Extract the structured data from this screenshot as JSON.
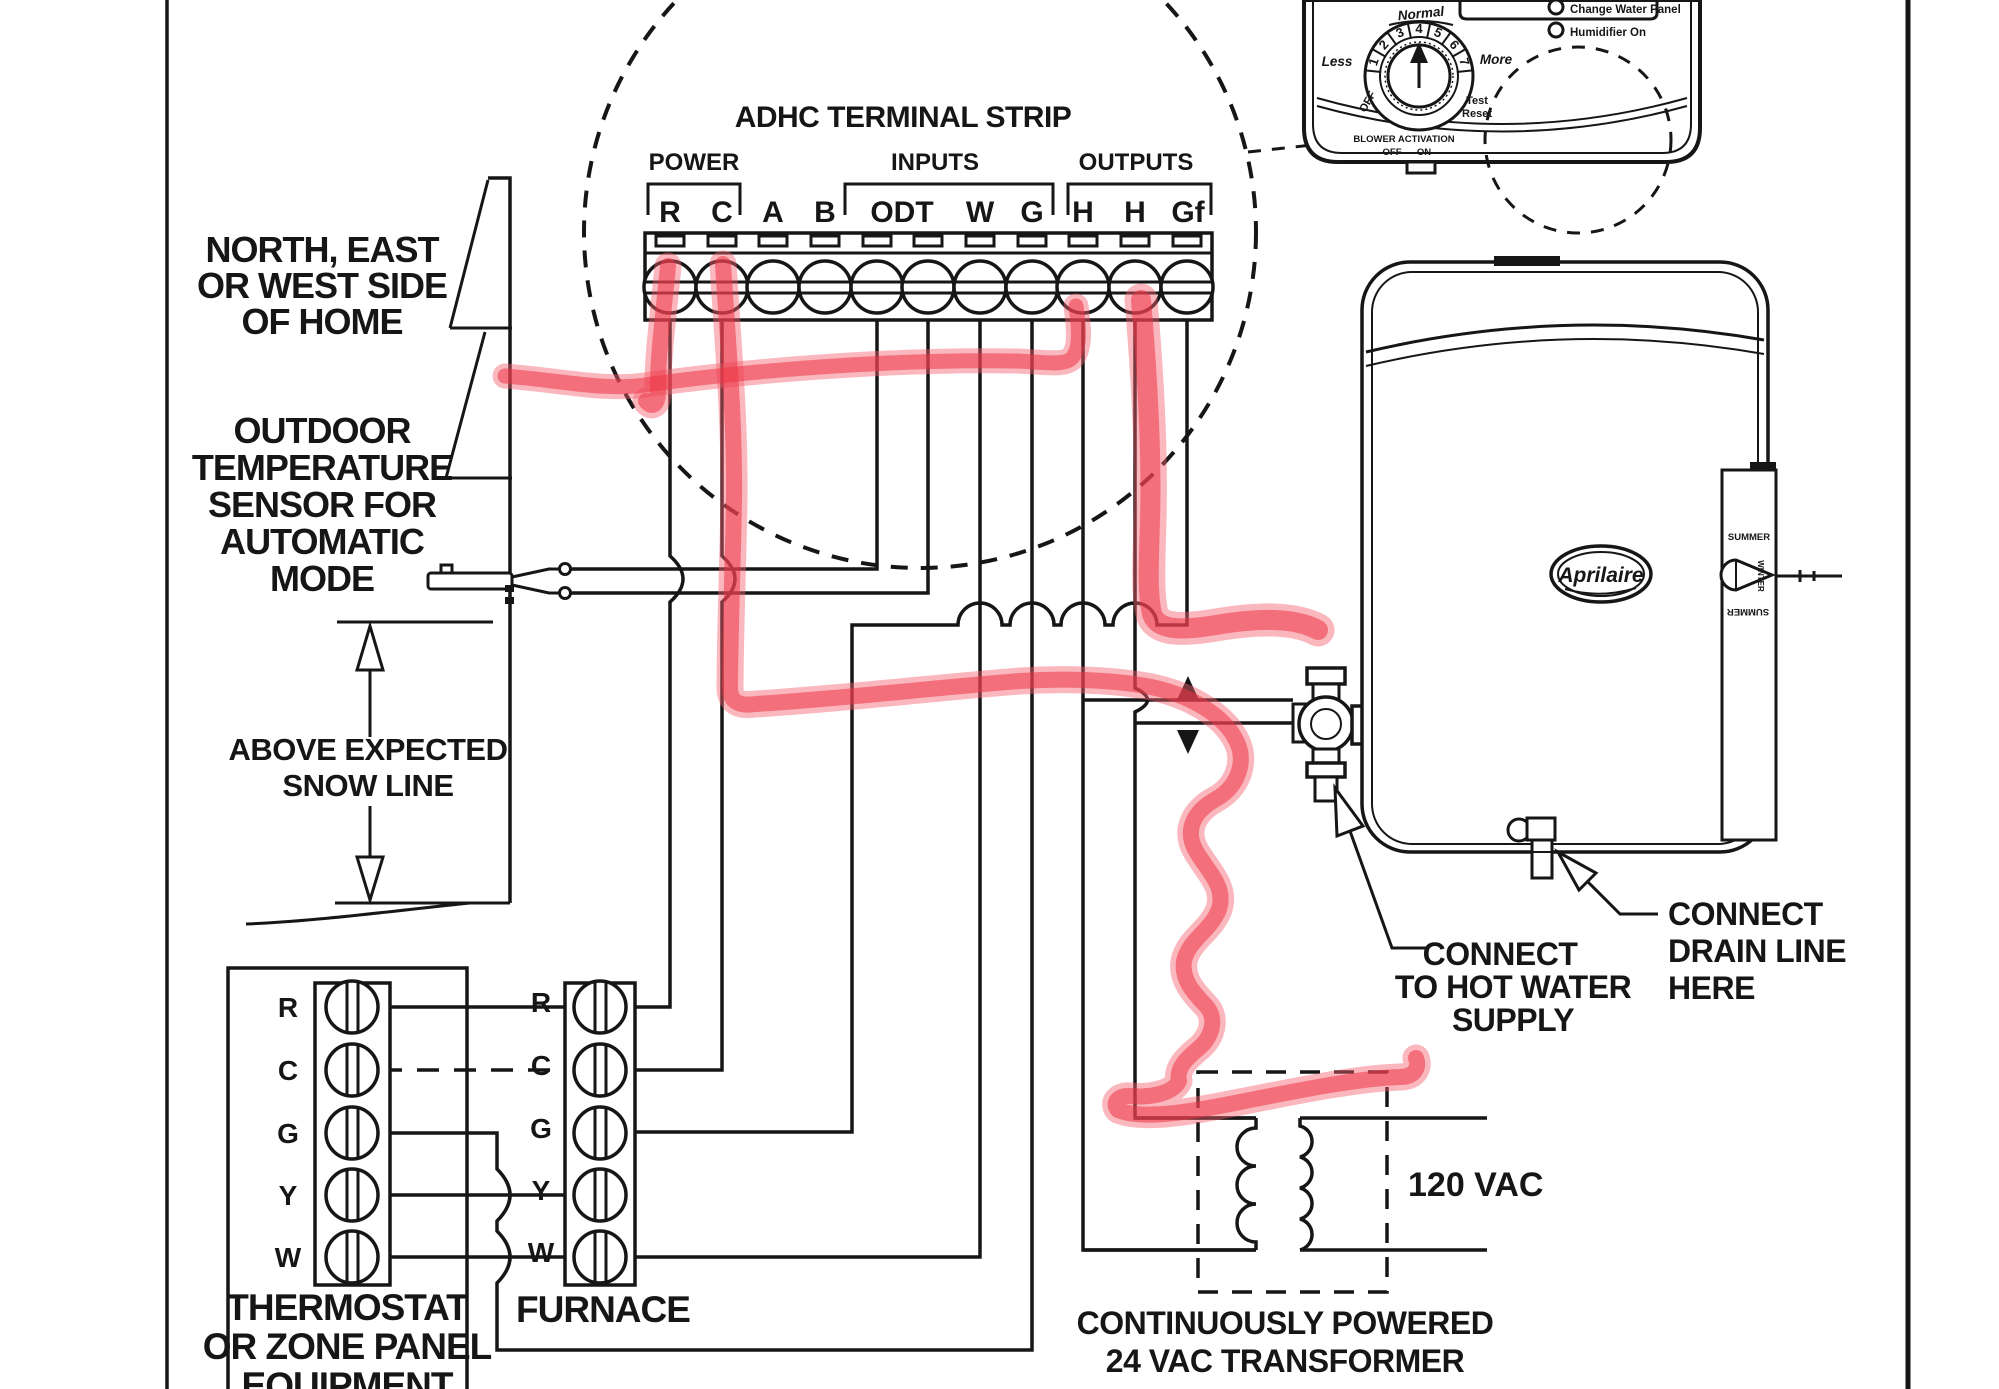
{
  "colors": {
    "ink": "#161616",
    "marker": "#ee4254"
  },
  "strip": {
    "title": "ADHC TERMINAL STRIP",
    "group_power": "POWER",
    "group_inputs": "INPUTS",
    "group_outputs": "OUTPUTS",
    "terminals": [
      "R",
      "C",
      "A",
      "B",
      "ODT",
      "W",
      "G",
      "H",
      "H",
      "Gf"
    ]
  },
  "home": [
    "NORTH, EAST",
    "OR WEST SIDE",
    "OF HOME"
  ],
  "sensor": [
    "OUTDOOR",
    "TEMPERATURE",
    "SENSOR FOR",
    "AUTOMATIC",
    "MODE"
  ],
  "snow": [
    "ABOVE EXPECTED",
    "SNOW LINE"
  ],
  "thermostat": {
    "terminals": [
      "R",
      "C",
      "G",
      "Y",
      "W"
    ],
    "caption": [
      "THERMOSTAT",
      "OR ZONE PANEL",
      "EQUIPMENT"
    ]
  },
  "furnace": {
    "terminals": [
      "R",
      "C",
      "G",
      "Y",
      "W"
    ],
    "caption": "FURNACE"
  },
  "transformer": {
    "line_voltage": "120 VAC",
    "caption": [
      "CONTINUOUSLY POWERED",
      "24 VAC TRANSFORMER"
    ]
  },
  "humidifier": {
    "brand": "Aprilaire",
    "damper_top": "SUMMER",
    "damper_mid": "WINTER",
    "damper_bottom": "SUMMER"
  },
  "callouts": {
    "hot_water": [
      "CONNECT",
      "TO HOT WATER",
      "SUPPLY"
    ],
    "drain": [
      "CONNECT",
      "DRAIN LINE",
      "HERE"
    ]
  },
  "control": {
    "normal": "Normal",
    "less": "Less",
    "more": "More",
    "off": "OFF",
    "numbers": [
      "1",
      "2",
      "3",
      "4",
      "5",
      "6",
      "7"
    ],
    "test": [
      "Test",
      "Reset"
    ],
    "blower_activation": "BLOWER ACTIVATION",
    "blower_off": "OFF",
    "blower_on": "ON",
    "indicator_1": "Change Water Panel",
    "indicator_2": "Humidifier On"
  }
}
